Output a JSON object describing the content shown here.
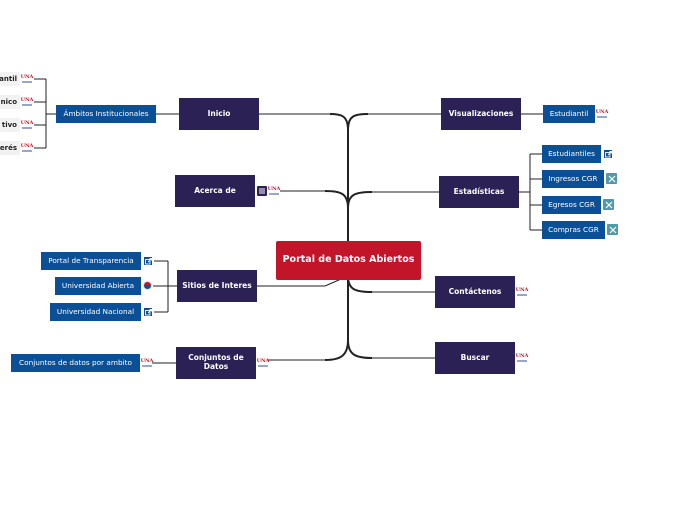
{
  "root": {
    "label": "Portal de Datos Abiertos"
  },
  "main_topics": {
    "inicio": "Inicio",
    "acerca": "Acerca de",
    "sitios": "Sitios de Interes",
    "conjuntos": "Conjuntos de Datos",
    "visualizaciones": "Visualizaciones",
    "estadisticas": "Estadísticas",
    "contactenos": "Contáctenos",
    "buscar": "Buscar"
  },
  "subtopics": {
    "ambitos": "Ámbitos Institucionales",
    "portal_transparencia": "Portal de Transparencia",
    "universidad_abierta": "Universidad Abierta",
    "universidad_nacional": "Universidad Nacional",
    "conjuntos_por_ambito": "Conjuntos de datos por ambito",
    "estudiantil": "Estudiantil",
    "estudiantiles": "Estudiantiles",
    "ingresos": "Ingresos CGR",
    "egresos": "Egresos CGR",
    "compras": "Compras CGR"
  },
  "ambito_items": [
    "antil",
    "nico",
    "tivo",
    "erés"
  ],
  "icon_text": {
    "una": "UNA"
  },
  "colors": {
    "root": "#c2152a",
    "topic": "#2b2155",
    "subtopic": "#0b4f96",
    "line": "#222222"
  },
  "icons": {
    "link": "external-link-icon",
    "notes": "notes-icon",
    "excel": "spreadsheet-icon",
    "una": "una-logo-icon",
    "ua": "universidad-abierta-logo-icon"
  }
}
